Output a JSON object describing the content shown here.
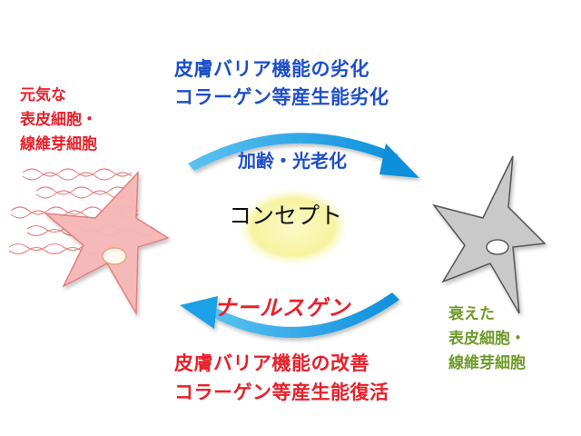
{
  "colors": {
    "blue": "#1f4fc8",
    "red": "#e8202a",
    "green": "#6e9a2a",
    "arrow": "#1aa0e6",
    "young_cell": "#f6b6b6",
    "old_cell": "#c9c9c9",
    "concept_glow": "#f7f3a0"
  },
  "top_effects": {
    "line1": "皮膚バリア機能の劣化",
    "line2": "コラーゲン等産生能劣化"
  },
  "aging_arrow_label": "加齢・光老化",
  "center_label": "コンセプト",
  "product_name": "ナールスゲン",
  "bottom_effects": {
    "line1": "皮膚バリア機能の改善",
    "line2": "コラーゲン等産生能復活"
  },
  "healthy_cells": {
    "line1": "元気な",
    "line2": "表皮細胞・",
    "line3": "線維芽細胞"
  },
  "aged_cells": {
    "line1": "衰えた",
    "line2": "表皮細胞・",
    "line3": "線維芽細胞"
  }
}
